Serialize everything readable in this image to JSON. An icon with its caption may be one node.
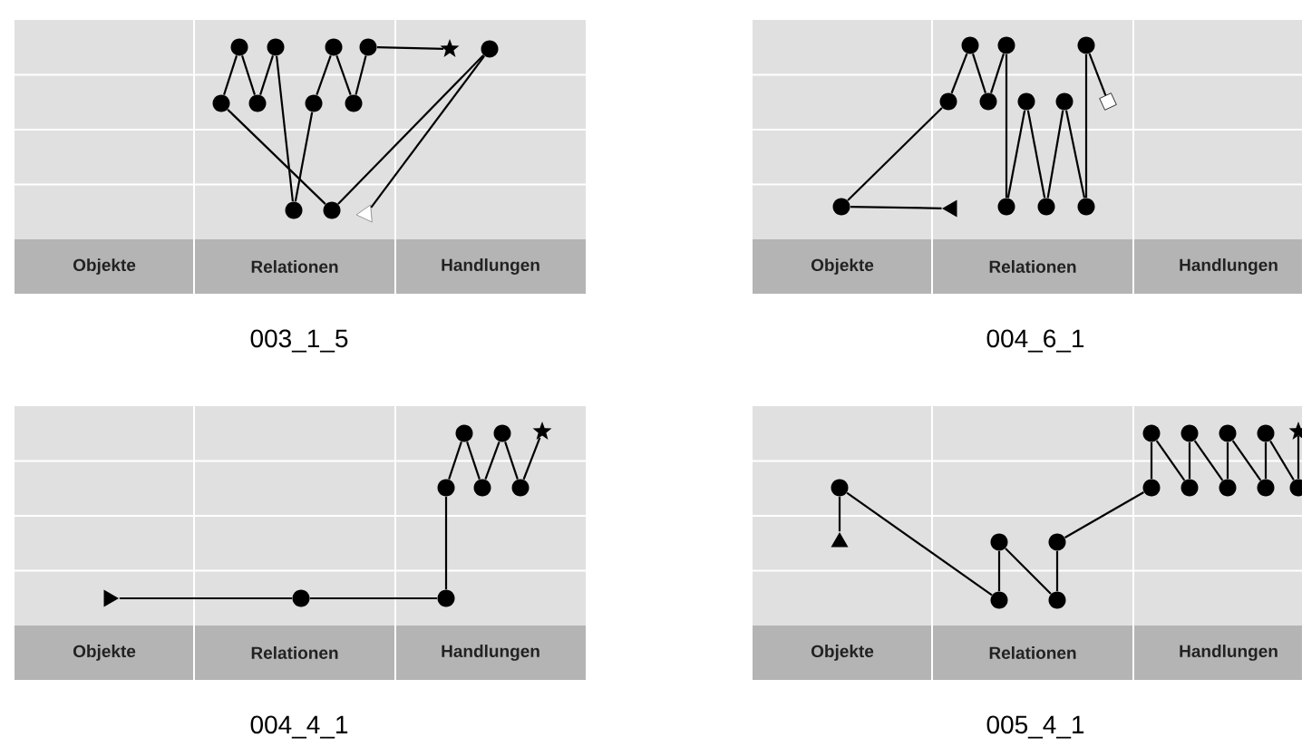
{
  "diagram": {
    "nodes": [
      {
        "text": [],
        "shape": "triangle"
      },
      {
        "text": [],
        "shape": "circle"
      },
      {
        "text": [],
        "shape": "circle"
      },
      {
        "text": [],
        "shape": "circle"
      },
      {
        "text": [],
        "shape": "circle"
      },
      {
        "text": [],
        "shape": "circle"
      },
      {
        "text": [],
        "shape": "circle"
      },
      {
        "text": [],
        "shape": "circle"
      },
      {
        "text": [],
        "shape": "circle"
      },
      {
        "text": [],
        "shape": "circle"
      },
      {
        "text": [],
        "shape": "circle"
      },
      {
        "text": [],
        "shape": "circle"
      },
      {
        "text": [],
        "shape": "star"
      },
      {
        "text": [],
        "shape": "triangle"
      },
      {
        "text": [],
        "shape": "circle"
      },
      {
        "text": [],
        "shape": "circle"
      },
      {
        "text": [],
        "shape": "circle"
      },
      {
        "text": [],
        "shape": "circle"
      },
      {
        "text": [],
        "shape": "circle"
      },
      {
        "text": [],
        "shape": "circle"
      },
      {
        "text": [],
        "shape": "circle"
      },
      {
        "text": [],
        "shape": "circle"
      },
      {
        "text": [],
        "shape": "circle"
      },
      {
        "text": [],
        "shape": "circle"
      },
      {
        "text": [],
        "shape": "circle"
      },
      {
        "text": [],
        "shape": "square"
      },
      {
        "text": [],
        "shape": "triangle"
      },
      {
        "text": [],
        "shape": "circle"
      },
      {
        "text": [],
        "shape": "circle"
      },
      {
        "text": [],
        "shape": "circle"
      },
      {
        "text": [],
        "shape": "circle"
      },
      {
        "text": [],
        "shape": "circle"
      },
      {
        "text": [],
        "shape": "circle"
      },
      {
        "text": [],
        "shape": "circle"
      },
      {
        "text": [],
        "shape": "star"
      },
      {
        "text": [],
        "shape": "triangle"
      },
      {
        "text": [],
        "shape": "circle"
      },
      {
        "text": [],
        "shape": "circle"
      },
      {
        "text": [],
        "shape": "circle"
      },
      {
        "text": [],
        "shape": "circle"
      },
      {
        "text": [],
        "shape": "circle"
      },
      {
        "text": [],
        "shape": "circle"
      },
      {
        "text": [],
        "shape": "circle"
      },
      {
        "text": [],
        "shape": "circle"
      },
      {
        "text": [],
        "shape": "circle"
      },
      {
        "text": [],
        "shape": "circle"
      },
      {
        "text": [],
        "shape": "circle"
      },
      {
        "text": [],
        "shape": "circle"
      },
      {
        "text": [],
        "shape": "circle"
      },
      {
        "text": [],
        "shape": "circle"
      },
      {
        "text": [],
        "shape": "star"
      }
    ],
    "edges": [
      {
        "from": 0,
        "to": 1,
        "arrow": "none"
      },
      {
        "from": 1,
        "to": 2,
        "arrow": "none"
      },
      {
        "from": 2,
        "to": 3,
        "arrow": "none"
      },
      {
        "from": 3,
        "to": 4,
        "arrow": "none"
      },
      {
        "from": 4,
        "to": 5,
        "arrow": "none"
      },
      {
        "from": 5,
        "to": 6,
        "arrow": "none"
      },
      {
        "from": 6,
        "to": 7,
        "arrow": "none"
      },
      {
        "from": 7,
        "to": 8,
        "arrow": "none"
      },
      {
        "from": 8,
        "to": 9,
        "arrow": "none"
      },
      {
        "from": 9,
        "to": 10,
        "arrow": "none"
      },
      {
        "from": 10,
        "to": 11,
        "arrow": "none"
      },
      {
        "from": 11,
        "to": 12,
        "arrow": "none"
      },
      {
        "from": 13,
        "to": 14,
        "arrow": "none"
      },
      {
        "from": 14,
        "to": 15,
        "arrow": "none"
      },
      {
        "from": 15,
        "to": 16,
        "arrow": "none"
      },
      {
        "from": 16,
        "to": 17,
        "arrow": "none"
      },
      {
        "from": 17,
        "to": 18,
        "arrow": "none"
      },
      {
        "from": 18,
        "to": 19,
        "arrow": "none"
      },
      {
        "from": 19,
        "to": 20,
        "arrow": "none"
      },
      {
        "from": 20,
        "to": 21,
        "arrow": "none"
      },
      {
        "from": 21,
        "to": 22,
        "arrow": "none"
      },
      {
        "from": 22,
        "to": 23,
        "arrow": "none"
      },
      {
        "from": 23,
        "to": 24,
        "arrow": "none"
      },
      {
        "from": 24,
        "to": 25,
        "arrow": "none"
      },
      {
        "from": 26,
        "to": 27,
        "arrow": "none"
      },
      {
        "from": 27,
        "to": 28,
        "arrow": "none"
      },
      {
        "from": 28,
        "to": 29,
        "arrow": "none"
      },
      {
        "from": 29,
        "to": 30,
        "arrow": "none"
      },
      {
        "from": 30,
        "to": 31,
        "arrow": "none"
      },
      {
        "from": 31,
        "to": 32,
        "arrow": "none"
      },
      {
        "from": 32,
        "to": 33,
        "arrow": "none"
      },
      {
        "from": 33,
        "to": 34,
        "arrow": "none"
      },
      {
        "from": 35,
        "to": 36,
        "arrow": "none"
      },
      {
        "from": 36,
        "to": 37,
        "arrow": "none"
      },
      {
        "from": 37,
        "to": 38,
        "arrow": "none"
      },
      {
        "from": 38,
        "to": 39,
        "arrow": "none"
      },
      {
        "from": 39,
        "to": 40,
        "arrow": "none"
      },
      {
        "from": 40,
        "to": 41,
        "arrow": "none"
      },
      {
        "from": 41,
        "to": 42,
        "arrow": "none"
      },
      {
        "from": 42,
        "to": 43,
        "arrow": "none"
      },
      {
        "from": 43,
        "to": 44,
        "arrow": "none"
      },
      {
        "from": 44,
        "to": 45,
        "arrow": "none"
      },
      {
        "from": 45,
        "to": 46,
        "arrow": "none"
      },
      {
        "from": 46,
        "to": 47,
        "arrow": "none"
      },
      {
        "from": 47,
        "to": 48,
        "arrow": "none"
      },
      {
        "from": 48,
        "to": 49,
        "arrow": "none"
      },
      {
        "from": 49,
        "to": 50,
        "arrow": "none"
      }
    ],
    "labels": [
      "Objekte",
      "Relationen",
      "Handlungen",
      "Objekte",
      "Relationen",
      "Handlungen",
      "003_1_5",
      "004_6_1",
      "Objekte",
      "Relationen",
      "Handlungen",
      "Objekte",
      "Relationen",
      "Handlungen",
      "004_4_1",
      "005_4_1"
    ]
  }
}
